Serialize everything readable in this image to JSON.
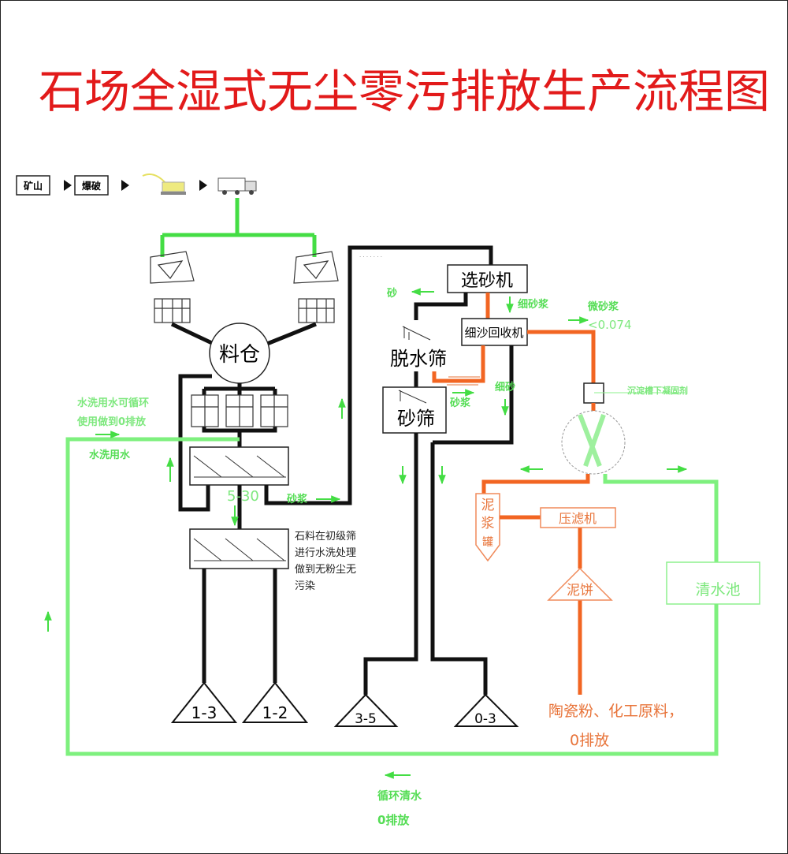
{
  "title": "石场全湿式无尘零污排放生产流程图",
  "top_flow": {
    "mine": "矿山",
    "blast": "爆破"
  },
  "nodes": {
    "bin": "料仓",
    "sand_maker": "选砂机",
    "fine_sand_recovery": "细沙回收机",
    "dewatering_screen": "脱水筛",
    "sand_screen": "砂筛",
    "mud_tank": [
      "泥",
      "浆",
      "罐"
    ],
    "filter_press": "压滤机",
    "mud_cake": "泥饼",
    "clear_pool": "清水池"
  },
  "products": [
    "1-3",
    "1-2",
    "3-5",
    "0-3"
  ],
  "labels": {
    "wash_water_note_1": "水洗用水可循环",
    "wash_water_note_2": "使用做到0排放",
    "wash_water": "水洗用水",
    "size_5_30": "5-30",
    "slurry_left": "砂浆",
    "stone_note": [
      "石料在初级筛",
      "进行水洗处理",
      "做到无粉尘无",
      "污染"
    ],
    "sand": "砂",
    "fine_slurry": "细砂浆",
    "micro_slurry": "微砂浆",
    "micro_size": "<0.074",
    "coagulant": "沉淀槽下凝固剂",
    "fine_sand": "细砂",
    "slurry_right": "砂浆",
    "cake_use_1": "陶瓷粉、化工原料，",
    "cake_use_2": "0排放",
    "recycle_1": "循环清水",
    "recycle_2": "0排放"
  },
  "colors": {
    "title": "#e21a1a",
    "water": "#7ef07e",
    "mud": "#f26522",
    "material": "#111111"
  }
}
